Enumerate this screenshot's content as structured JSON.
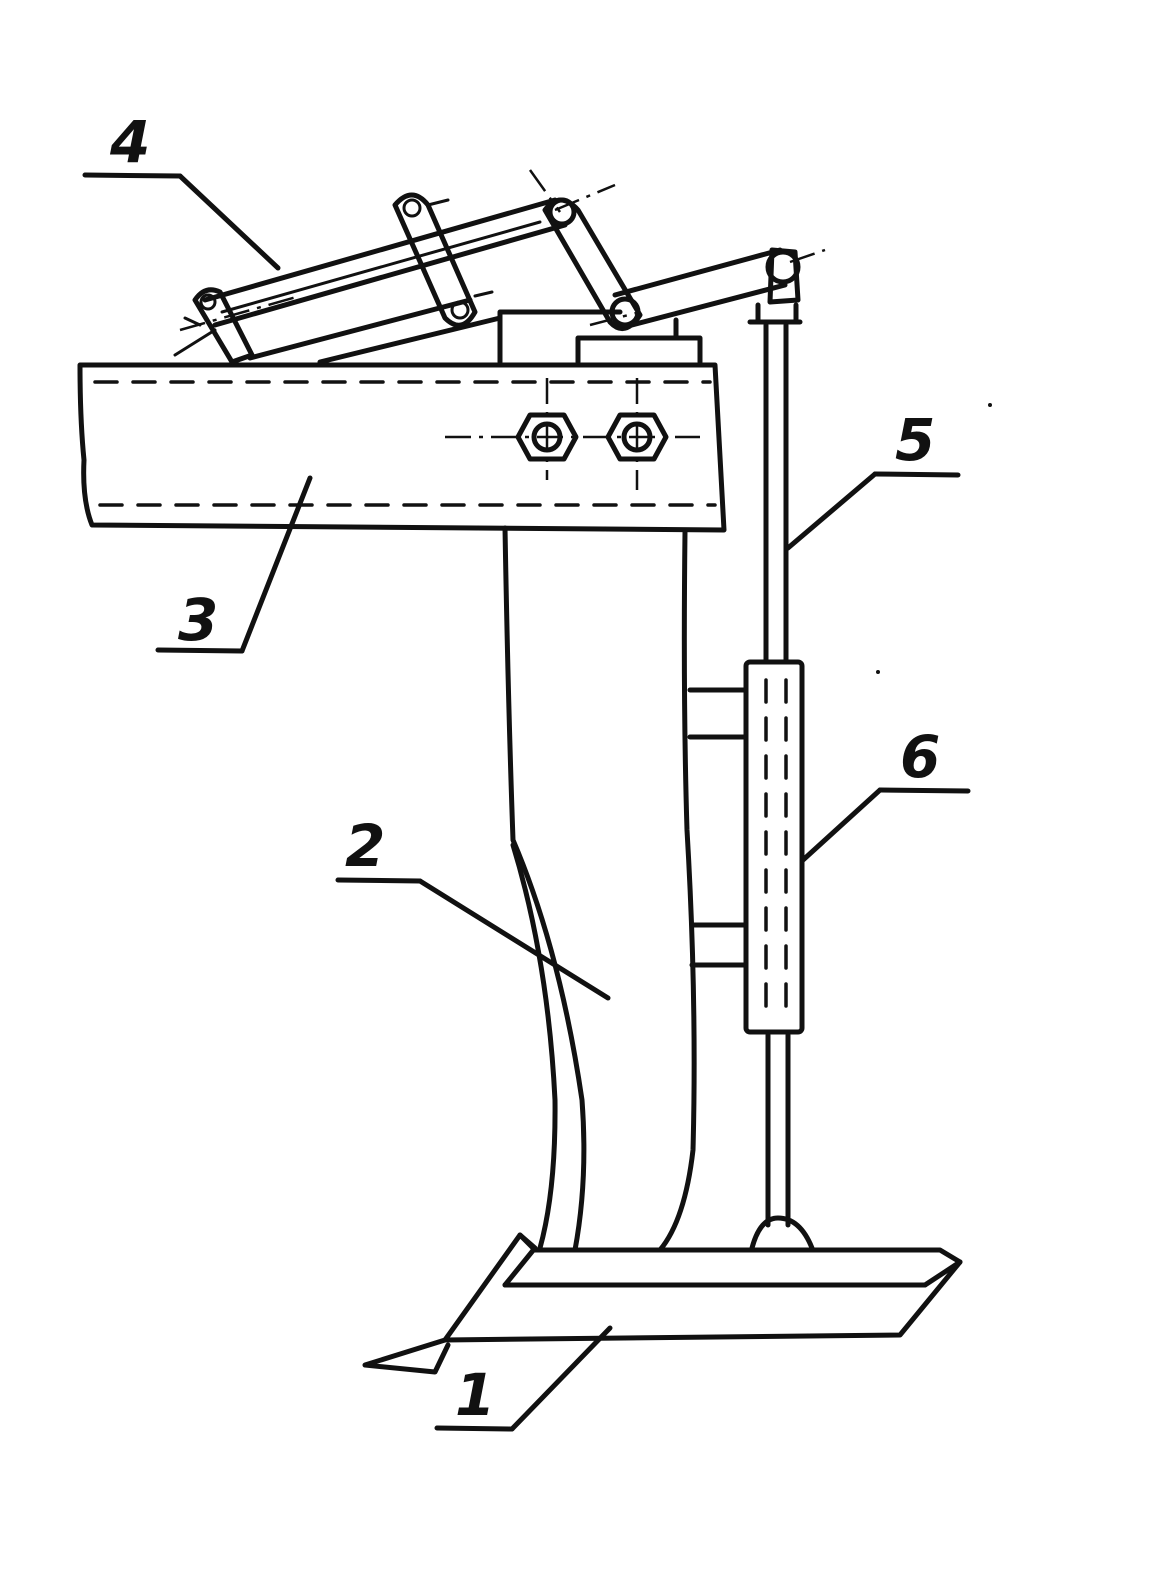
{
  "callouts": [
    {
      "id": "1",
      "label": "1"
    },
    {
      "id": "2",
      "label": "2"
    },
    {
      "id": "3",
      "label": "3"
    },
    {
      "id": "4",
      "label": "4"
    },
    {
      "id": "5",
      "label": "5"
    },
    {
      "id": "6",
      "label": "6"
    }
  ],
  "colors": {
    "ink": "#111111",
    "paper": "#ffffff"
  }
}
